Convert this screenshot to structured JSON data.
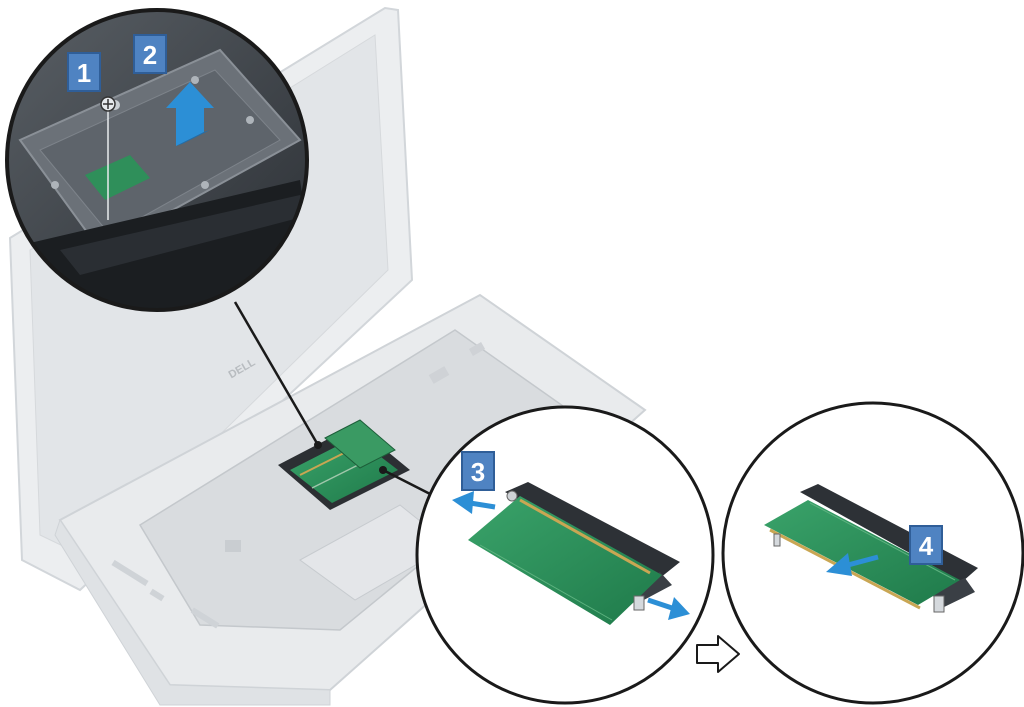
{
  "steps": [
    {
      "label": "1"
    },
    {
      "label": "2"
    },
    {
      "label": "3"
    },
    {
      "label": "4"
    }
  ],
  "logo": {
    "text": "DELL"
  },
  "colors": {
    "badge": "#4f83c2",
    "arrow": "#2c8fd6",
    "pcb": "#2f8f5a",
    "laptop": "#e6e8ea",
    "callout_border": "#1a1a1a"
  },
  "icons": {
    "next_step": "hollow-right-arrow-icon",
    "screw": "screw-icon"
  }
}
